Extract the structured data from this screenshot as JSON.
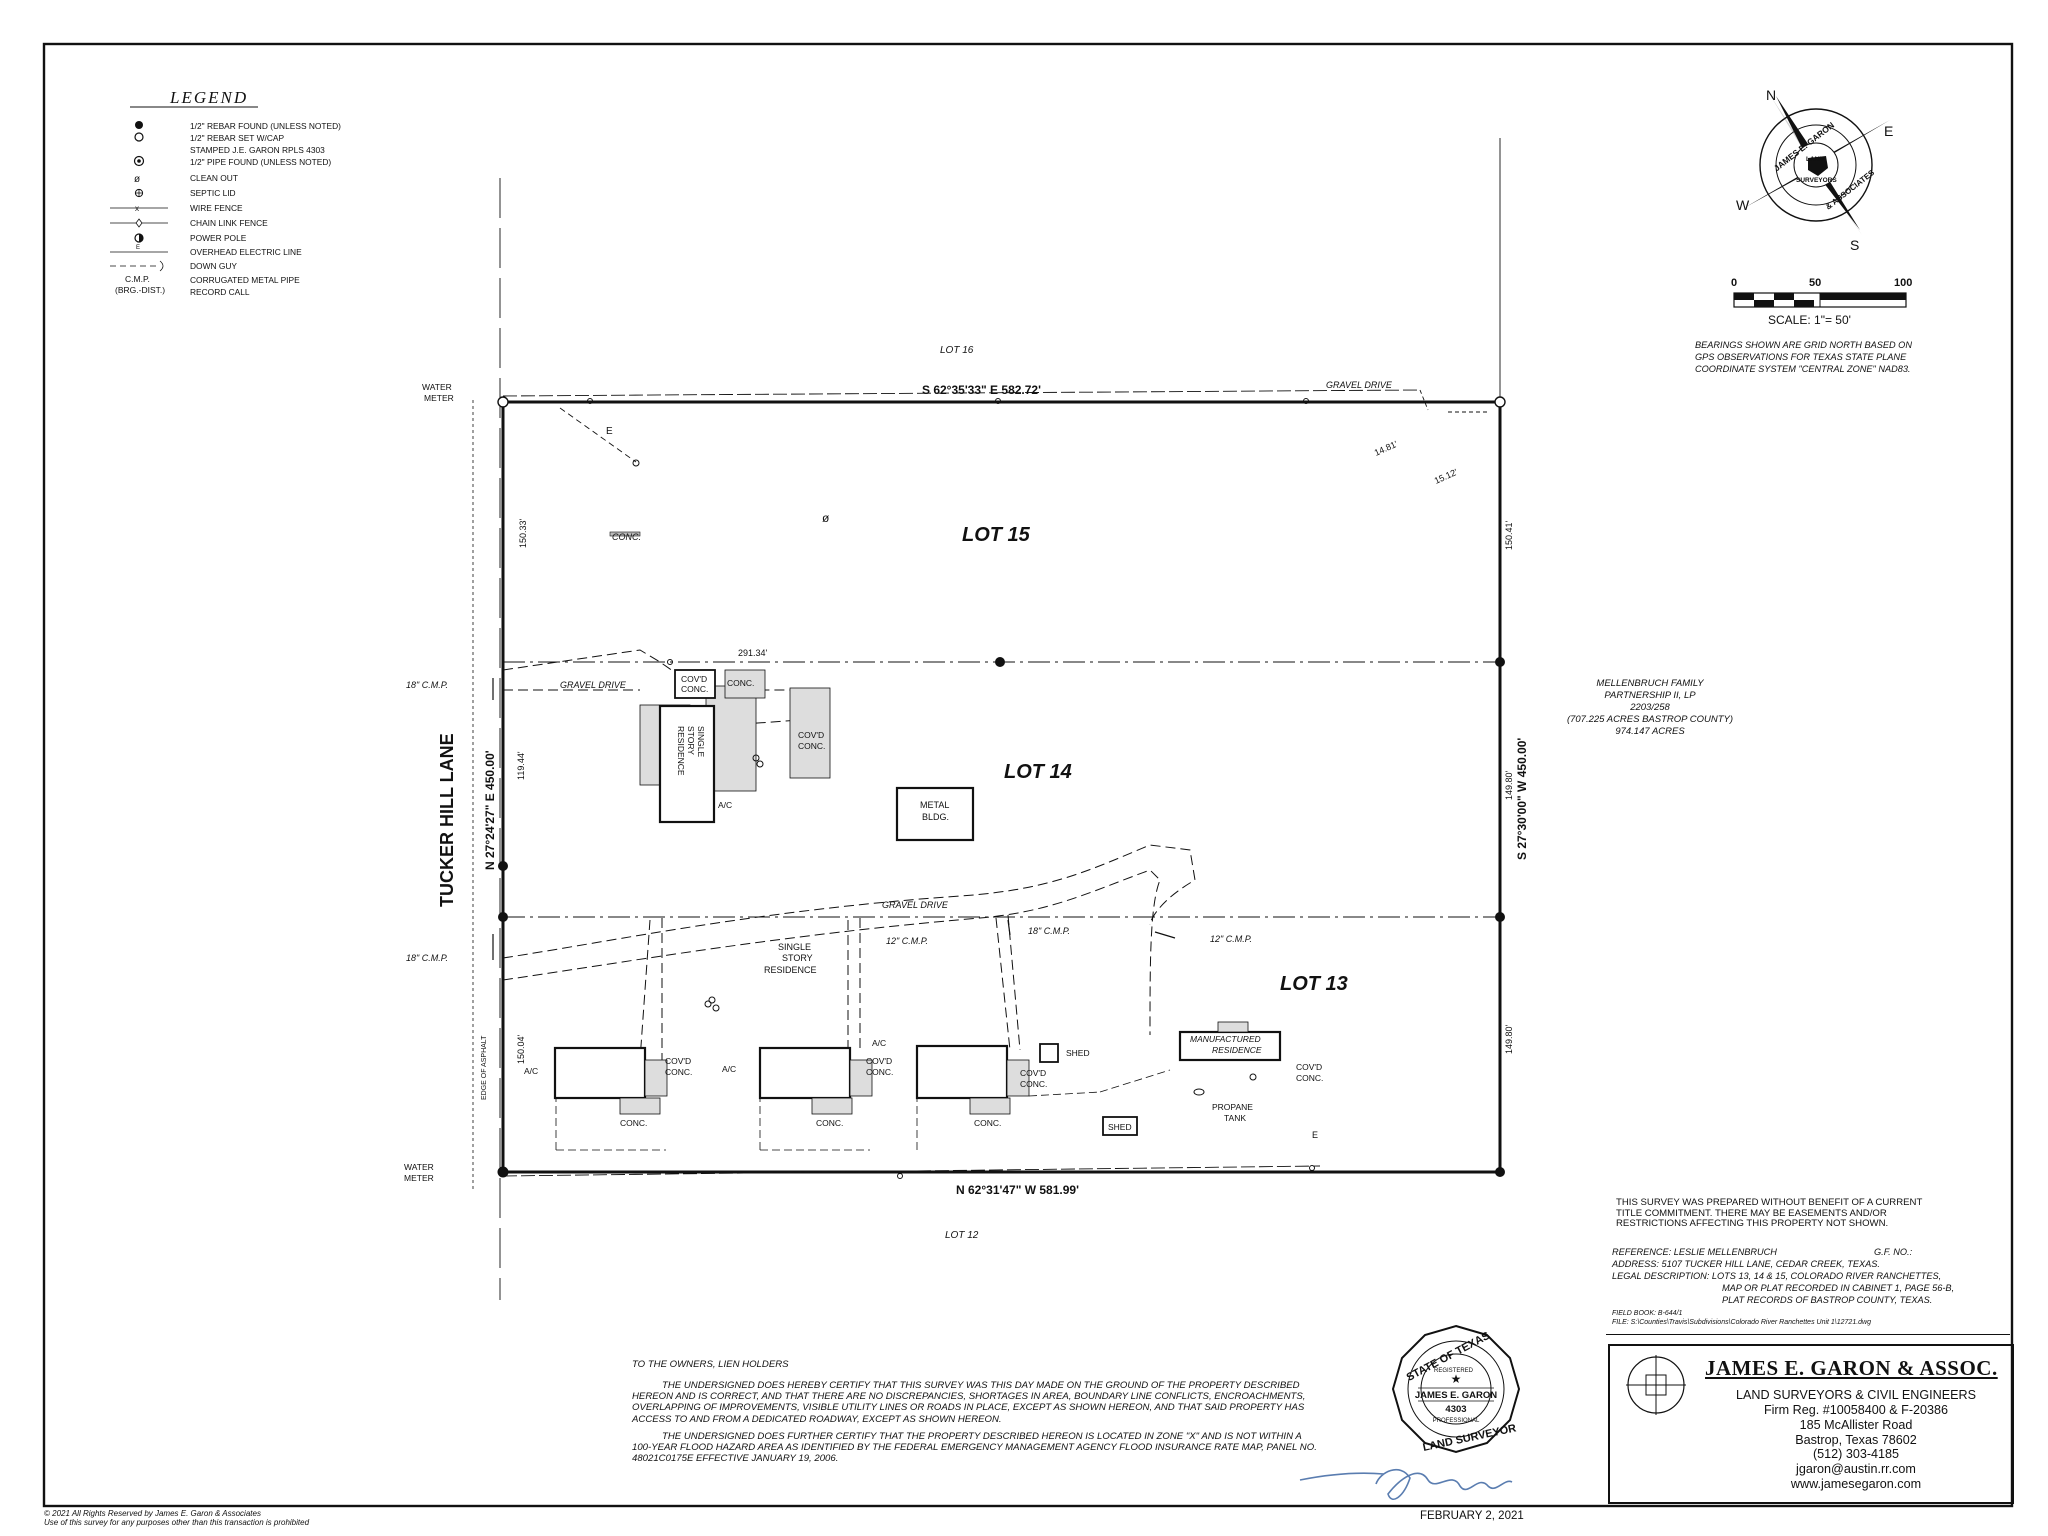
{
  "legend": {
    "title": "LEGEND",
    "items": [
      {
        "symbol": "rebar-found",
        "label": "1/2\" REBAR FOUND (UNLESS NOTED)"
      },
      {
        "symbol": "rebar-set",
        "label": "1/2\" REBAR SET W/CAP"
      },
      {
        "symbol": "none",
        "label": "STAMPED J.E. GARON RPLS 4303"
      },
      {
        "symbol": "pipe-found",
        "label": "1/2\" PIPE FOUND (UNLESS NOTED)"
      },
      {
        "symbol": "clean-out",
        "label": "CLEAN OUT"
      },
      {
        "symbol": "septic-lid",
        "label": "SEPTIC LID"
      },
      {
        "symbol": "wire-fence",
        "label": "WIRE FENCE"
      },
      {
        "symbol": "chain-link",
        "label": "CHAIN LINK FENCE"
      },
      {
        "symbol": "power-pole",
        "label": "POWER POLE"
      },
      {
        "symbol": "electric-line",
        "label": "OVERHEAD ELECTRIC LINE"
      },
      {
        "symbol": "down-guy",
        "label": "DOWN GUY"
      },
      {
        "symbol": "cmp",
        "label": "CORRUGATED METAL PIPE"
      },
      {
        "symbol": "record-call",
        "label": "RECORD CALL"
      }
    ],
    "cmp_abbrev": "C.M.P.",
    "record_abbrev": "(BRG.-DIST.)"
  },
  "compass": {
    "n": "N",
    "e": "E",
    "s": "S",
    "w": "W",
    "ring_text": "JAMES E. GARON",
    "ring_text2": "& ASSOCIATES",
    "center_top": "LAND",
    "center_bottom": "SURVEYORS"
  },
  "scale": {
    "ticks": [
      "0",
      "50",
      "100"
    ],
    "label": "SCALE:  1\"= 50'"
  },
  "bearings_note": [
    "BEARINGS SHOWN ARE GRID NORTH BASED ON",
    "GPS OBSERVATIONS FOR TEXAS STATE PLANE",
    "COORDINATE SYSTEM \"CENTRAL ZONE\" NAD83."
  ],
  "plat": {
    "lot16": "LOT 16",
    "lot15": "LOT 15",
    "lot14": "LOT 14",
    "lot13": "LOT 13",
    "lot12": "LOT 12",
    "road": "TUCKER HILL LANE",
    "north_line": "S 62°35'33\" E   582.72'",
    "south_line": "N 62°31'47\" W   581.99'",
    "west_line": "N 27°24'27\" E   450.00'",
    "east_line": "S 27°30'00\" W   450.00'",
    "gravel_drive": "GRAVEL DRIVE",
    "water_meter": [
      "WATER",
      "METER"
    ],
    "cmp18": "18\" C.M.P.",
    "cmp12": "12\" C.M.P.",
    "d_1481": "14.81'",
    "d_1512": "15.12'",
    "d_15033": "150.33'",
    "d_15041": "150.41'",
    "d_29134": "291.34'",
    "d_11944": "119.44'",
    "d_14980": "149.80'",
    "d_15004": "150.04'",
    "conc": "CONC.",
    "covd": [
      "COV'D",
      "CONC."
    ],
    "single_story": [
      "SINGLE",
      "STORY",
      "RESIDENCE"
    ],
    "metal_bldg": [
      "METAL",
      "BLDG."
    ],
    "ac": "A/C",
    "shed": "SHED",
    "manufactured": [
      "MANUFACTURED",
      "RESIDENCE"
    ],
    "propane": [
      "PROPANE",
      "TANK"
    ],
    "edge_asphalt": "EDGE OF ASPHALT",
    "electric_mark": "E",
    "cleanout_mark": "ø"
  },
  "adjoiner": [
    "MELLENBRUCH FAMILY",
    "PARTNERSHIP II, LP",
    "2203/258",
    "(707.225 ACRES BASTROP COUNTY)",
    "974.147 ACRES"
  ],
  "notes": [
    "THIS SURVEY WAS PREPARED WITHOUT BENEFIT OF A CURRENT",
    "TITLE COMMITMENT. THERE MAY BE EASEMENTS AND/OR",
    "RESTRICTIONS AFFECTING THIS PROPERTY NOT SHOWN."
  ],
  "reference": {
    "ref": "REFERENCE:  LESLIE MELLENBRUCH",
    "gf": "G.F. NO.:",
    "address": "ADDRESS:  5107 TUCKER HILL LANE, CEDAR CREEK, TEXAS.",
    "legal": [
      "LEGAL DESCRIPTION:  LOTS 13, 14 & 15, COLORADO RIVER RANCHETTES,",
      "MAP OR PLAT RECORDED IN CABINET 1, PAGE 56-B,",
      "PLAT RECORDS OF BASTROP COUNTY, TEXAS."
    ],
    "field_book": "FIELD BOOK:  B-644/1",
    "file": "FILE:  S:\\Counties\\Travis\\Subdivisions\\Colorado River Ranchettes Unit 1\\12721.dwg"
  },
  "certification": {
    "heading": "TO THE OWNERS, LIEN HOLDERS",
    "p1": "THE UNDERSIGNED DOES HEREBY CERTIFY THAT THIS SURVEY WAS THIS DAY MADE ON THE GROUND OF THE PROPERTY DESCRIBED HEREON AND IS CORRECT, AND THAT THERE ARE NO DISCREPANCIES, SHORTAGES IN AREA, BOUNDARY LINE CONFLICTS, ENCROACHMENTS, OVERLAPPING OF IMPROVEMENTS, VISIBLE UTILITY LINES OR ROADS IN PLACE, EXCEPT AS SHOWN HEREON, AND THAT SAID PROPERTY HAS ACCESS TO AND FROM A DEDICATED ROADWAY, EXCEPT AS SHOWN HEREON.",
    "p2": "THE UNDERSIGNED DOES FURTHER CERTIFY THAT THE PROPERTY DESCRIBED HEREON IS LOCATED IN ZONE  \"X\"  AND IS NOT WITHIN A 100-YEAR FLOOD HAZARD AREA AS IDENTIFIED BY THE FEDERAL EMERGENCY MANAGEMENT AGENCY FLOOD INSURANCE RATE MAP, PANEL NO. 48021C0175E EFFECTIVE JANUARY 19, 2006."
  },
  "seal": {
    "state": "STATE OF TEXAS",
    "registered": "REGISTERED",
    "name": "JAMES E. GARON",
    "number": "4303",
    "professional": "PROFESSIONAL",
    "land_surveyor": "LAND SURVEYOR"
  },
  "date": "FEBRUARY 2, 2021",
  "firm": {
    "name": "JAMES E. GARON & ASSOC.",
    "lines": [
      "LAND SURVEYORS & CIVIL ENGINEERS",
      "Firm Reg. #10058400 & F-20386",
      "185 McAllister Road",
      "Bastrop, Texas 78602",
      "(512) 303-4185",
      "jgaron@austin.rr.com",
      "www.jamesegaron.com"
    ]
  },
  "copyright": [
    "© 2021 All Rights Reserved by James E. Garon & Associates",
    "Use of this survey for any purposes other than this transaction is prohibited"
  ]
}
